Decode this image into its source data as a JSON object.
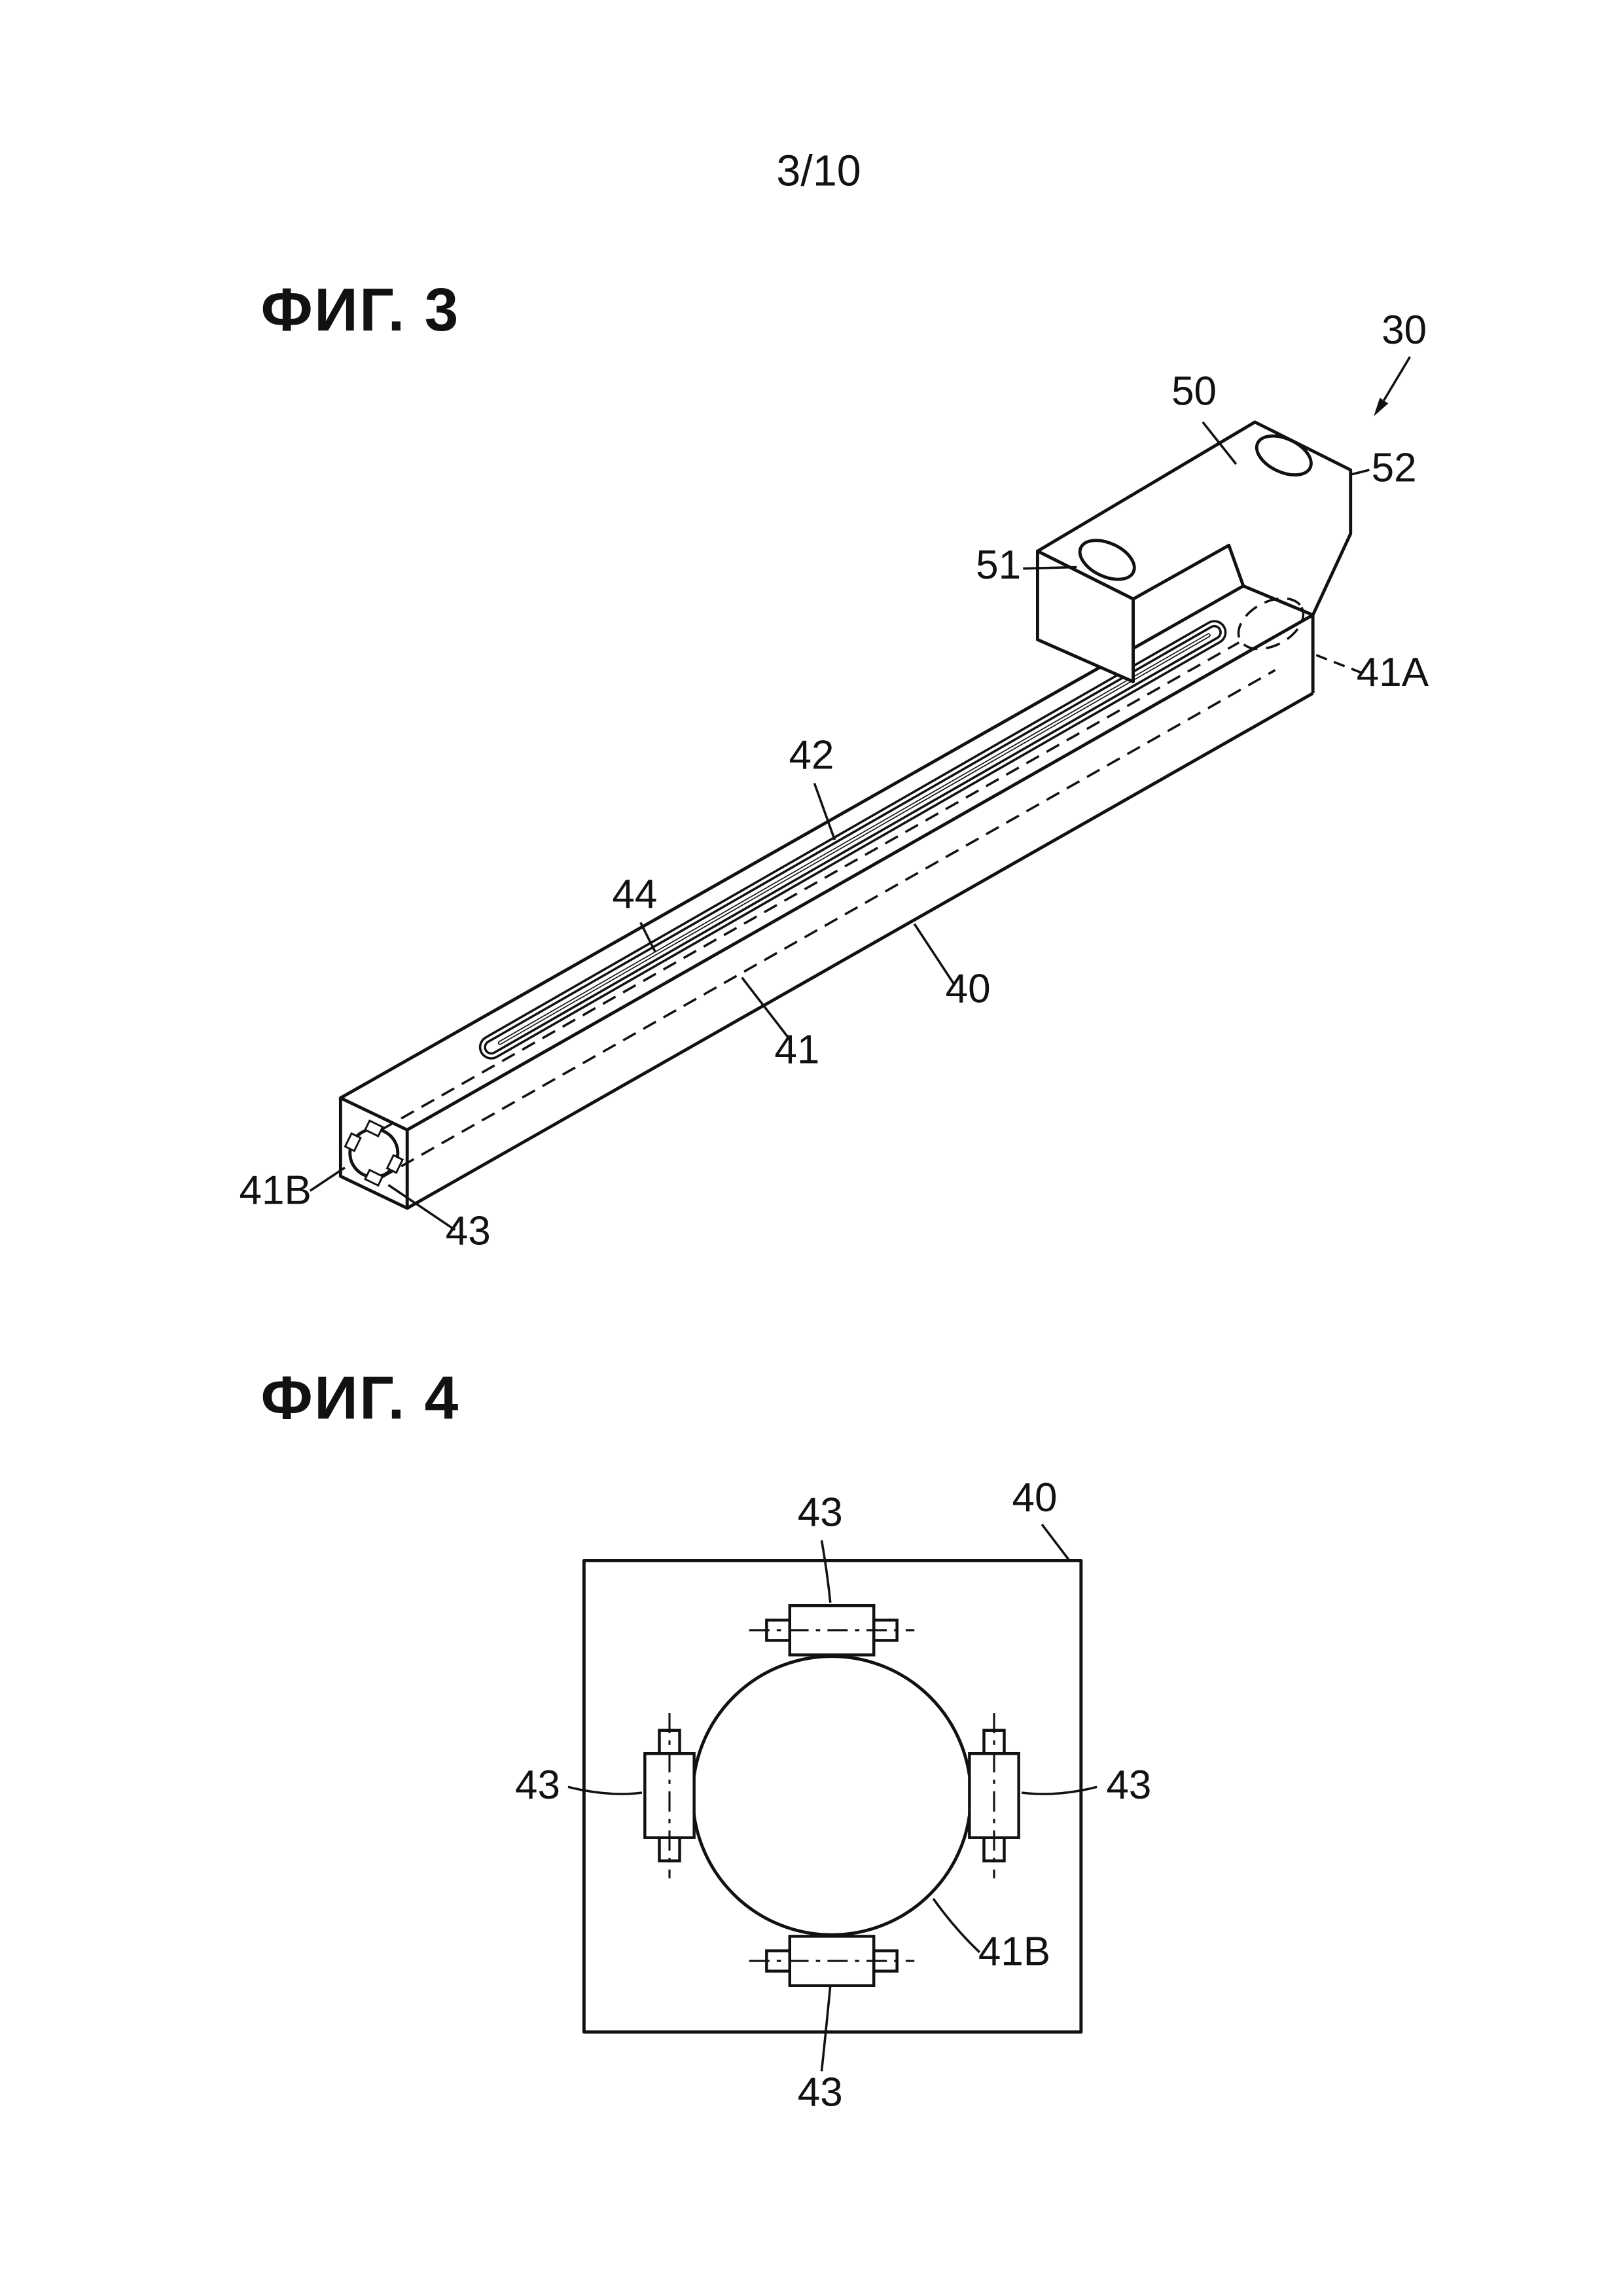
{
  "page": {
    "number": "3/10"
  },
  "fig3": {
    "title": "ФИГ. 3",
    "refs": {
      "r30": "30",
      "r50": "50",
      "r51": "51",
      "r52": "52",
      "r41A": "41A",
      "r42": "42",
      "r44": "44",
      "r40": "40",
      "r41": "41",
      "r41B": "41B",
      "r43": "43"
    }
  },
  "fig4": {
    "title": "ФИГ. 4",
    "refs": {
      "r40": "40",
      "r43": "43",
      "r41B": "41B"
    }
  },
  "colors": {
    "ink": "#111111",
    "paper": "#ffffff"
  }
}
